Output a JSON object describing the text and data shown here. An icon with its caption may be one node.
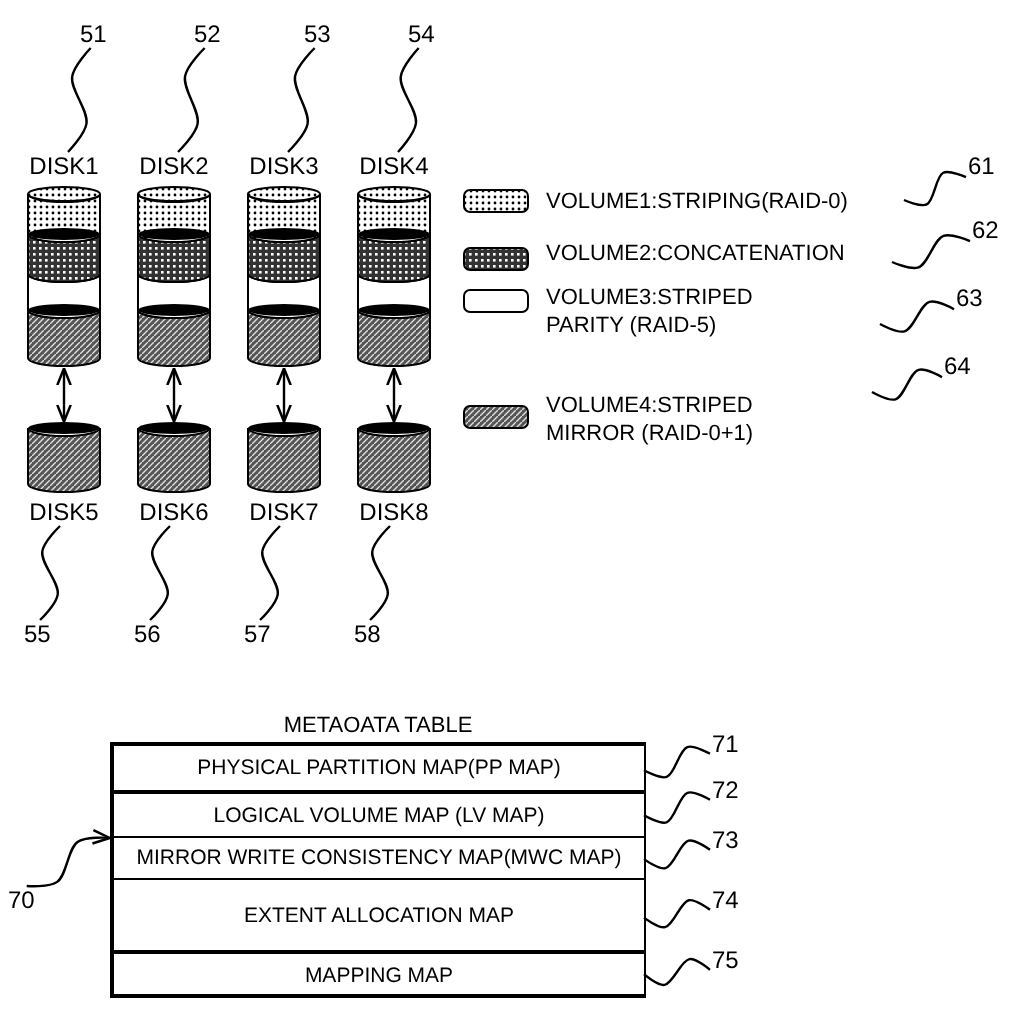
{
  "diagram": {
    "nodes": [
      {
        "text": [
          "DISK1"
        ]
      },
      {
        "text": [
          "DISK2"
        ]
      },
      {
        "text": [
          "DISK3"
        ]
      },
      {
        "text": [
          "DISK4"
        ]
      },
      {
        "text": [
          "DISK5"
        ]
      },
      {
        "text": [
          "DISK6"
        ]
      },
      {
        "text": [
          "DISK7"
        ]
      },
      {
        "text": [
          "DISK8"
        ]
      },
      {
        "text": [
          "51"
        ]
      },
      {
        "text": [
          "52"
        ]
      },
      {
        "text": [
          "53"
        ]
      },
      {
        "text": [
          "54"
        ]
      },
      {
        "text": [
          "55"
        ]
      },
      {
        "text": [
          "56"
        ]
      },
      {
        "text": [
          "57"
        ]
      },
      {
        "text": [
          "58"
        ]
      },
      {
        "text": [
          "61"
        ]
      },
      {
        "text": [
          "62"
        ]
      },
      {
        "text": [
          "63"
        ]
      },
      {
        "text": [
          "64"
        ]
      },
      {
        "text": [
          "METAOATA TABLE"
        ]
      },
      {
        "text": [
          "PHYSICAL PARTITION MAP(PP MAP)"
        ],
        "in": 20
      },
      {
        "text": [
          "LOGICAL VOLUME MAP (LV MAP)"
        ],
        "in": 20
      },
      {
        "text": [
          "MIRROR WRITE CONSISTENCY MAP(MWC MAP)"
        ],
        "in": 20
      },
      {
        "text": [
          "EXTENT ALLOCATION MAP"
        ],
        "in": 20
      },
      {
        "text": [
          "MAPPING MAP"
        ],
        "in": 20
      },
      {
        "text": [
          "70"
        ]
      },
      {
        "text": [
          "71"
        ]
      },
      {
        "text": [
          "72"
        ]
      },
      {
        "text": [
          "73"
        ]
      },
      {
        "text": [
          "74"
        ]
      },
      {
        "text": [
          "75"
        ]
      }
    ],
    "edges": [
      {
        "from": 0,
        "to": 4,
        "arrow": "both"
      },
      {
        "from": 1,
        "to": 5,
        "arrow": "both"
      },
      {
        "from": 2,
        "to": 6,
        "arrow": "both"
      },
      {
        "from": 3,
        "to": 7,
        "arrow": "both"
      },
      {
        "from": 8,
        "to": 0,
        "arrow": "none"
      },
      {
        "from": 9,
        "to": 1,
        "arrow": "none"
      },
      {
        "from": 10,
        "to": 2,
        "arrow": "none"
      },
      {
        "from": 11,
        "to": 3,
        "arrow": "none"
      },
      {
        "from": 12,
        "to": 4,
        "arrow": "none"
      },
      {
        "from": 13,
        "to": 5,
        "arrow": "none"
      },
      {
        "from": 14,
        "to": 6,
        "arrow": "none"
      },
      {
        "from": 15,
        "to": 7,
        "arrow": "none"
      },
      {
        "from": 16,
        "to": null,
        "arrow": "none"
      },
      {
        "from": 17,
        "to": null,
        "arrow": "none"
      },
      {
        "from": 18,
        "to": null,
        "arrow": "none"
      },
      {
        "from": 19,
        "to": null,
        "arrow": "none"
      },
      {
        "from": 26,
        "to": 20,
        "arrow": "to"
      },
      {
        "from": 27,
        "to": 21,
        "arrow": "none"
      },
      {
        "from": 28,
        "to": 22,
        "arrow": "none"
      },
      {
        "from": 29,
        "to": 23,
        "arrow": "none"
      },
      {
        "from": 30,
        "to": 24,
        "arrow": "none"
      },
      {
        "from": 31,
        "to": 25,
        "arrow": "none"
      }
    ],
    "legend": [
      {
        "text": "VOLUME1:STRIPING(RAID-0)"
      },
      {
        "text": "VOLUME2:CONCATENATION"
      },
      {
        "text": "VOLUME3:STRIPED PARITY (RAID-5)"
      },
      {
        "text": "VOLUME4:STRIPED MIRROR (RAID-0+1)"
      }
    ]
  }
}
